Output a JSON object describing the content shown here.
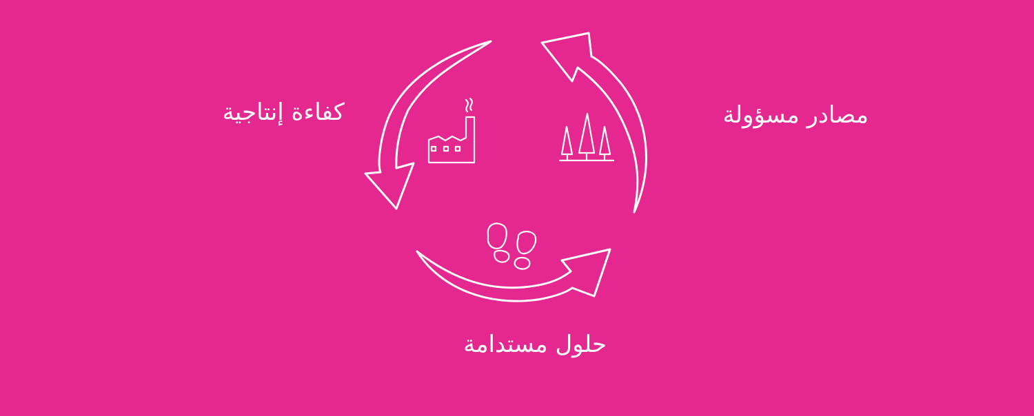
{
  "background_color": "#e5288f",
  "ink_color": "#ffffff",
  "labels": {
    "production_efficiency": "كفاءة إنتاجية",
    "responsible_sources": "مصادر مسؤولة",
    "sustainable_solutions": "حلول مستدامة"
  },
  "icons": {
    "production": "factory-icon",
    "resources": "trees-icon",
    "solutions": "footprints-icon"
  }
}
